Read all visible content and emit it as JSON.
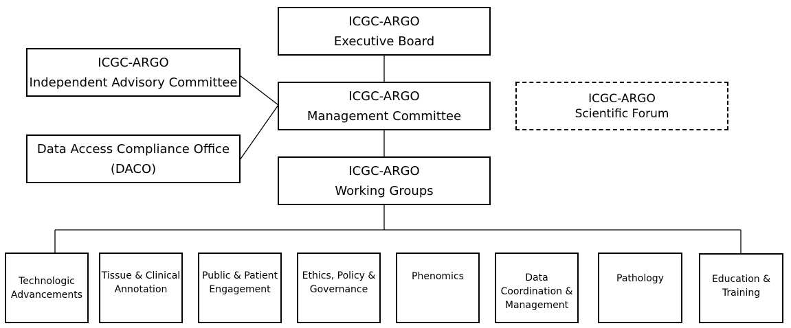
{
  "top": {
    "executive_board": {
      "line1": "ICGC-ARGO",
      "line2": "Executive Board"
    },
    "advisory_committee": {
      "line1": "ICGC-ARGO",
      "line2": "Independent Advisory Committee"
    },
    "management_committee": {
      "line1": "ICGC-ARGO",
      "line2": "Management Committee"
    },
    "scientific_forum": {
      "line1": "ICGC-ARGO",
      "line2": "Scientific Forum"
    },
    "daco": {
      "line1": "Data Access Compliance Office",
      "line2": "(DACO)"
    },
    "working_groups": {
      "line1": "ICGC-ARGO",
      "line2": "Working Groups"
    }
  },
  "groups": [
    {
      "line1": "Technologic",
      "line2": "Advancements",
      "line3": ""
    },
    {
      "line1": "Tissue & Clinical",
      "line2": "Annotation",
      "line3": ""
    },
    {
      "line1": "Public & Patient",
      "line2": "Engagement",
      "line3": ""
    },
    {
      "line1": "Ethics, Policy &",
      "line2": "Governance",
      "line3": ""
    },
    {
      "line1": "Phenomics",
      "line2": "",
      "line3": ""
    },
    {
      "line1": "Data",
      "line2": "Coordination &",
      "line3": "Management"
    },
    {
      "line1": "Pathology",
      "line2": "",
      "line3": ""
    },
    {
      "line1": "Education &",
      "line2": "Training",
      "line3": ""
    }
  ]
}
